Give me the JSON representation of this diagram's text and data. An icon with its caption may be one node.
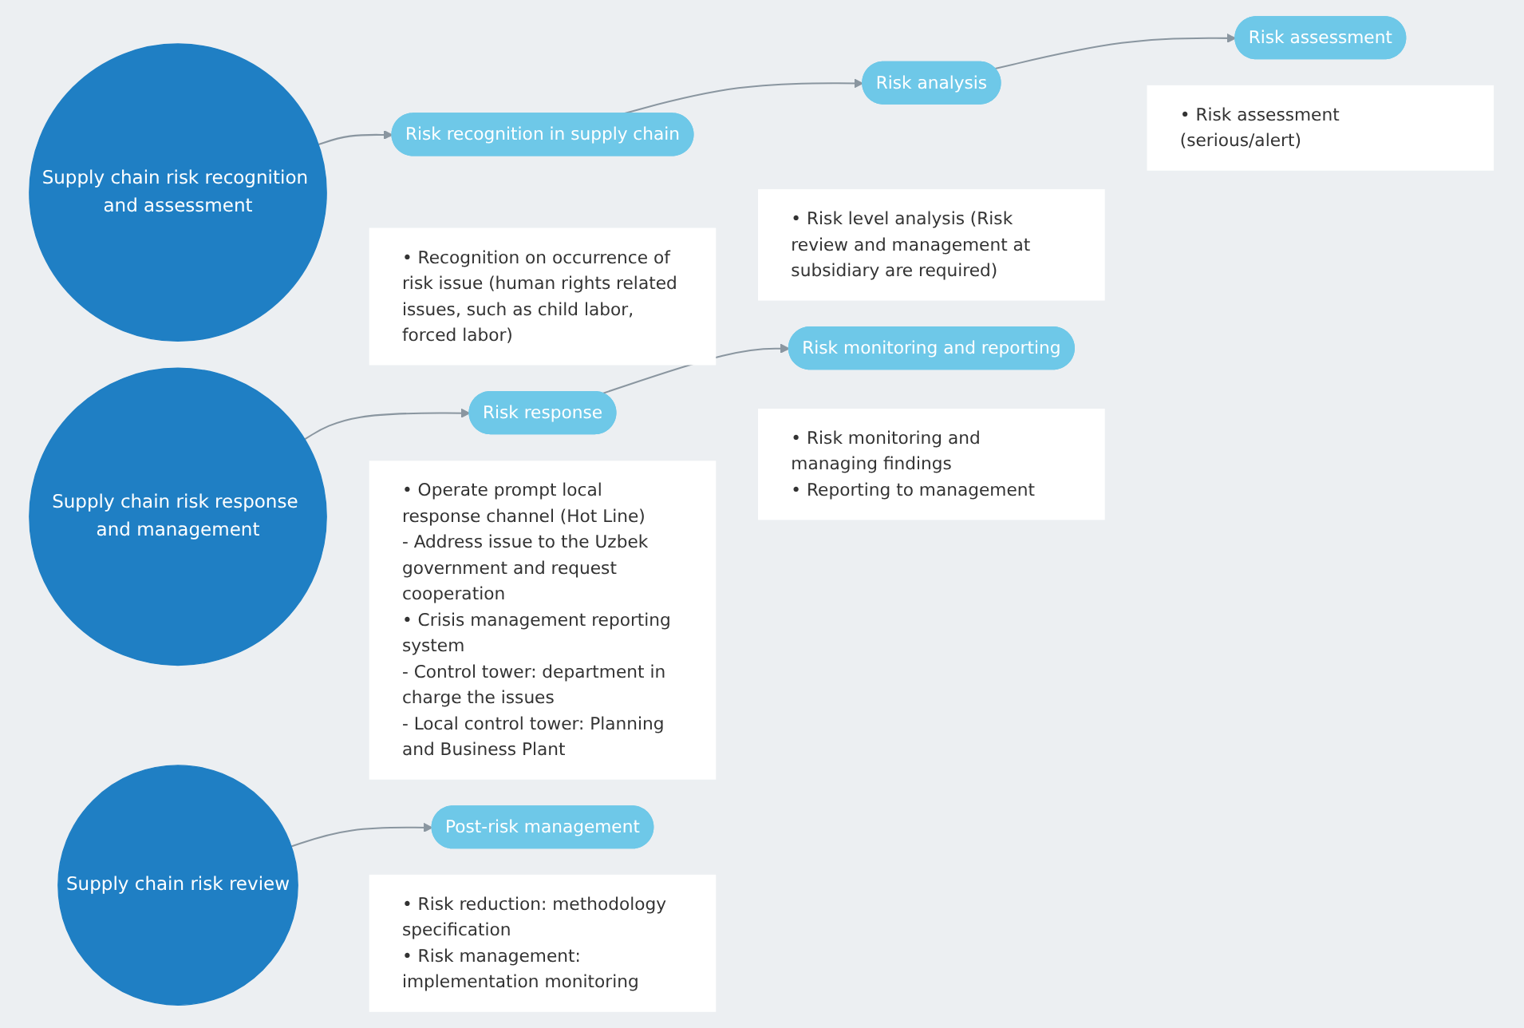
{
  "diagram": {
    "nodes": [
      {
        "text": [
          "Supply chain risk recognition and assessment"
        ]
      },
      {
        "text": [
          "Risk recognition in supply chain"
        ]
      },
      {
        "text": [
          "• Recognition on occurrence of risk issue (human rights related issues, such as child labor, forced labor)"
        ]
      },
      {
        "text": [
          "Risk analysis"
        ]
      },
      {
        "text": [
          "• Risk level analysis (Risk review and management at subsidiary are required)"
        ]
      },
      {
        "text": [
          "Risk assessment"
        ]
      },
      {
        "text": [
          "• Risk assessment (serious/alert)"
        ]
      },
      {
        "text": [
          "Supply chain risk response and management"
        ]
      },
      {
        "text": [
          "Risk response"
        ]
      },
      {
        "text": [
          "• Operate prompt local response channel (Hot Line)",
          "- Address issue to the Uzbek government and request cooperation",
          "• Crisis management reporting system",
          "- Control tower: department in charge the issues",
          "- Local control tower: Planning and Business Plant"
        ]
      },
      {
        "text": [
          "Risk monitoring and reporting"
        ]
      },
      {
        "text": [
          "• Risk monitoring and managing findings",
          "• Reporting to management"
        ]
      },
      {
        "text": [
          "Supply chain risk review"
        ]
      },
      {
        "text": [
          "Post-risk management"
        ]
      },
      {
        "text": [
          "• Risk reduction: methodology specification",
          "• Risk management: implementation monitoring"
        ]
      }
    ],
    "edges": [
      {
        "from": 0,
        "to": 1,
        "arrow": "to"
      },
      {
        "from": 1,
        "to": 3,
        "arrow": "to"
      },
      {
        "from": 3,
        "to": 5,
        "arrow": "to"
      },
      {
        "from": 7,
        "to": 8,
        "arrow": "to"
      },
      {
        "from": 8,
        "to": 10,
        "arrow": "to"
      },
      {
        "from": 12,
        "to": 13,
        "arrow": "to"
      }
    ]
  }
}
